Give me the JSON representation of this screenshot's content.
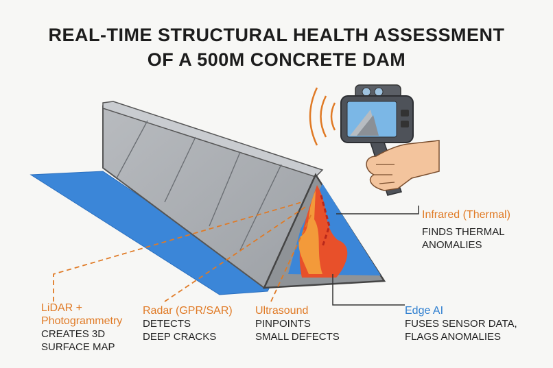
{
  "title": {
    "line1": "REAL-TIME STRUCTURAL HEALTH ASSESSMENT",
    "line2": "OF A 500M CONCRETE DAM"
  },
  "colors": {
    "accent_orange": "#e07a25",
    "accent_blue": "#2f7fd0",
    "concrete": "#a9adb1",
    "water": "#3b86d8"
  },
  "labels": {
    "lidar": {
      "head": "LiDAR + Photogrammetry",
      "desc1": "CREATES 3D",
      "desc2": "SURFACE MAP"
    },
    "radar": {
      "head": "Radar (GPR/SAR)",
      "desc1": "DETECTS",
      "desc2": "DEEP CRACKS"
    },
    "ultrasound": {
      "head": "Ultrasound",
      "desc1": "PINPOINTS",
      "desc2": "SMALL DEFECTS"
    },
    "edge_ai": {
      "head": "Edge AI",
      "desc1": "FUSES SENSOR DATA,",
      "desc2": "FLAGS ANOMALIES"
    },
    "infrared": {
      "head": "Infrared (Thermal)",
      "desc1": "FINDS THERMAL",
      "desc2": "ANOMALIES"
    }
  },
  "icons": [
    "thermal-camera-icon",
    "hand-icon",
    "signal-waves-icon"
  ]
}
